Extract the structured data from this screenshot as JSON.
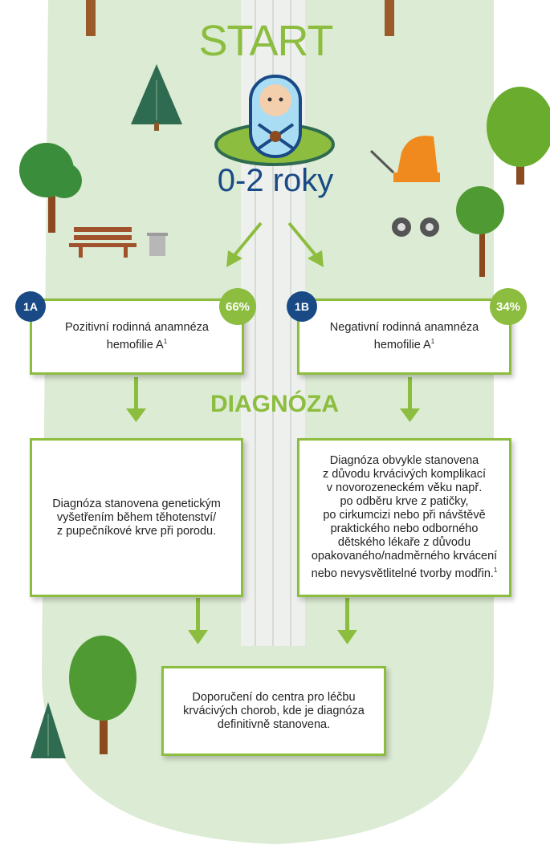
{
  "header": {
    "title": "START",
    "age": "0-2 roky"
  },
  "section_title": "DIAGNÓZA",
  "branches": [
    {
      "id": "1A",
      "percent": "66%",
      "label": "Pozitivní rodinná anamnéza\nhemofilie A",
      "ref": "1"
    },
    {
      "id": "1B",
      "percent": "34%",
      "label": "Negativní rodinná anamnéza\nhemofilie A",
      "ref": "1"
    }
  ],
  "diagnosis_left": "Diagnóza stanovena genetickým\nvyšetřením během těhotenství/\nz pupečníkové krve při porodu.",
  "diagnosis_right": "Diagnóza obvykle stanovena\nz důvodu krvácivých komplikací\nv novorozeneckém věku např.\npo odběru krve z patičky,\npo cirkumcizi nebo při návštěvě\npraktického nebo odborného\ndětského lékaře z důvodu\nopakovaného/nadměrného krvácení\nnebo nevysvětlitelné tvorby modřin.",
  "diagnosis_right_ref": "1",
  "final": "Doporučení do centra pro léčbu\nkrvácivých chorob, kde je diagnóza\ndefinitivně stanovena.",
  "colors": {
    "green": "#8cbd3f",
    "blue": "#1a4a86",
    "park": "#dcebd3",
    "path": "#eef0ee"
  }
}
